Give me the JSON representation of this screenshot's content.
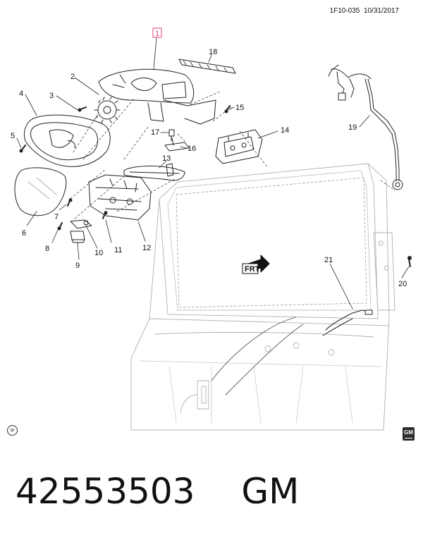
{
  "header": {
    "ref_code": "1F10-035",
    "date": "10/31/2017"
  },
  "callouts": [
    "1",
    "2",
    "3",
    "4",
    "5",
    "6",
    "7",
    "8",
    "9",
    "10",
    "11",
    "12",
    "13",
    "14",
    "15",
    "16",
    "17",
    "18",
    "19",
    "20",
    "21"
  ],
  "arrow_label": "FRT",
  "badges": {
    "sr": "sr",
    "brand_logo": "GM"
  },
  "footer": {
    "part_number": "42553503",
    "brand": "GM"
  },
  "colors": {
    "highlight": "#e0457b",
    "line": "#222222",
    "light": "#b5b5b5"
  }
}
